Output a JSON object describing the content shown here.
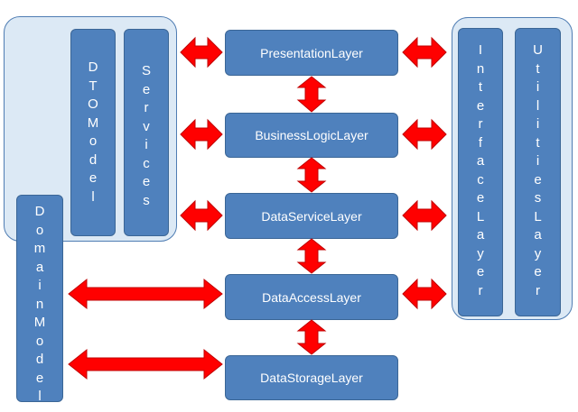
{
  "layers": {
    "presentation": "PresentationLayer",
    "business_logic": "BusinessLogicLayer",
    "data_service": "DataServiceLayer",
    "data_access": "DataAccessLayer",
    "data_storage": "DataStorageLayer"
  },
  "left_group": {
    "dto_model": "DTOModel",
    "services": "Services",
    "domain_model": "DomainModel"
  },
  "right_group": {
    "interface_layer": "InterfaceLayer",
    "utilities_layer": "UtilitiesLayer"
  },
  "colors": {
    "box_fill": "#4f81bd",
    "container_fill": "#dce9f5",
    "arrow_fill": "#ff0000"
  }
}
